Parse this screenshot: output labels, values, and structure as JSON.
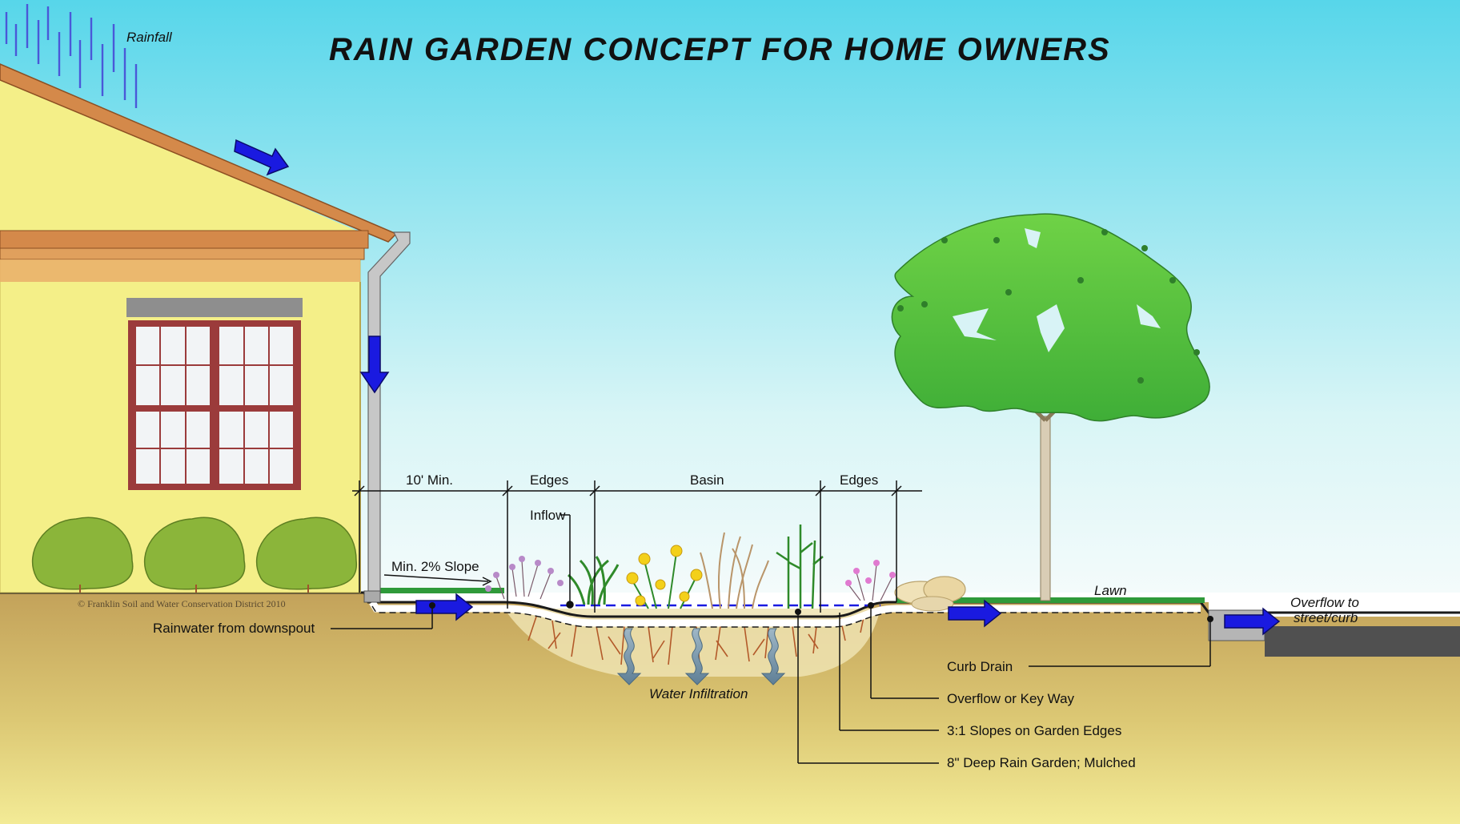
{
  "title": "RAIN GARDEN CONCEPT FOR HOME OWNERS",
  "copyright": "© Franklin Soil and Water Conservation District 2010",
  "labels": {
    "rainfall": "Rainfall",
    "ten_min": "10' Min.",
    "edges_left": "Edges",
    "basin": "Basin",
    "edges_right": "Edges",
    "inflow": "Inflow",
    "min_slope": "Min. 2% Slope",
    "rainwater_from_downspout": "Rainwater from downspout",
    "water_infiltration": "Water Infiltration",
    "lawn": "Lawn",
    "overflow_line1": "Overflow to",
    "overflow_line2": "street/curb",
    "curb_drain": "Curb Drain",
    "overflow_key_way": "Overflow or Key Way",
    "slopes": "3:1 Slopes on Garden Edges",
    "deep_garden": "8\" Deep Rain Garden; Mulched"
  },
  "colors": {
    "sky_top": "#57d6ea",
    "sky_bottom": "#f4fbfb",
    "house_wall": "#f4ef88",
    "roof_trim": "#d4894a",
    "soil_top": "#c3a25a",
    "soil_bottom": "#f3eb96",
    "grass": "#2f9a3a",
    "flow_arrow": "#1a1ae0",
    "tree_canopy": "#5ec83f"
  }
}
